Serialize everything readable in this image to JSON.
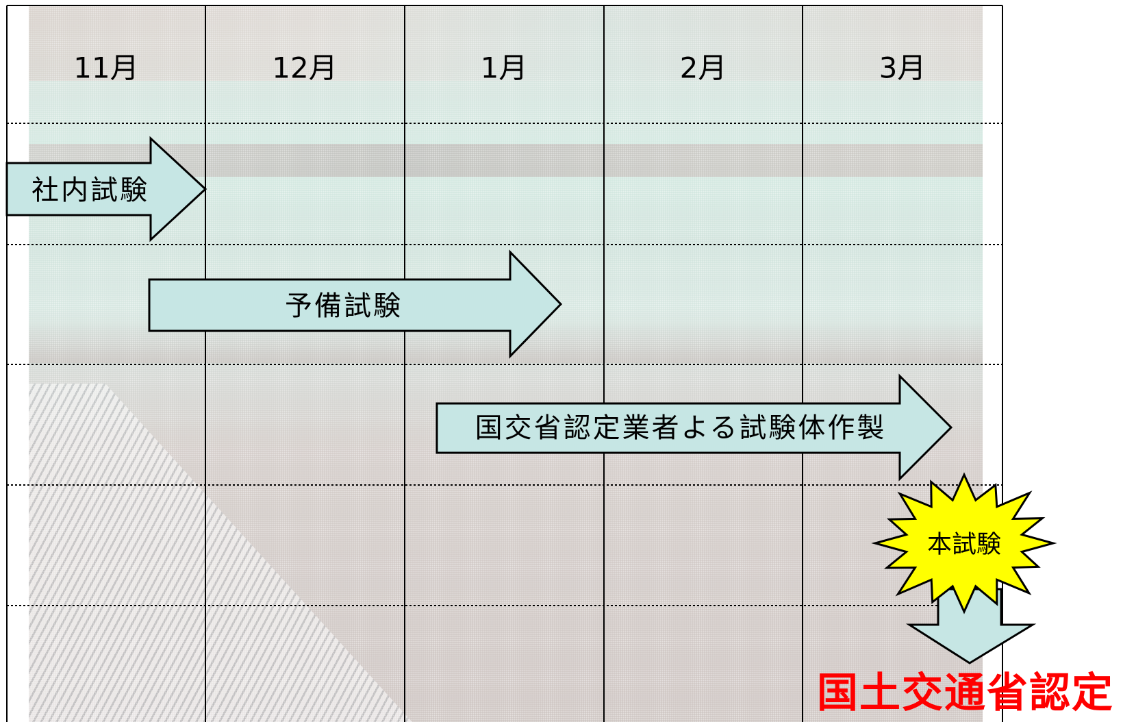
{
  "months": [
    "11月",
    "12月",
    "1月",
    "2月",
    "3月"
  ],
  "tasks": [
    {
      "label": "社内試験"
    },
    {
      "label": "予備試験"
    },
    {
      "label": "国交省認定業者よる試験体作製"
    }
  ],
  "milestone": {
    "label": "本試験"
  },
  "result": {
    "label": "国土交通省認定"
  },
  "colors": {
    "arrow_fill": "#c6e6e4",
    "burst_fill": "#ffff00",
    "result_text": "#ff0000",
    "lines": "#000000"
  }
}
